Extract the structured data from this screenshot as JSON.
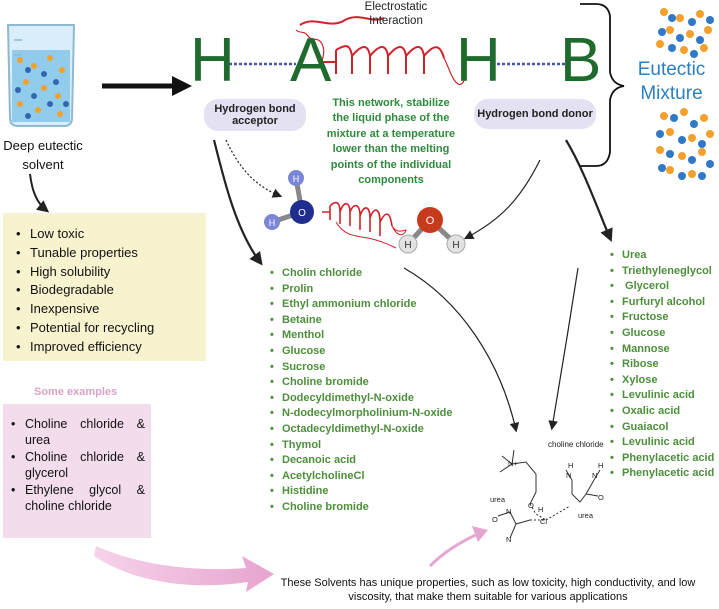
{
  "hbond": {
    "left_letter": "H",
    "mid_letter": "A",
    "right_h_letter": "H",
    "right_letter": "B",
    "interaction_line1": "Electrostatic",
    "interaction_line2": "Interaction",
    "acceptor_line1": "Hydrogen bond",
    "acceptor_line2": "acceptor",
    "donor_label": "Hydrogen bond donor"
  },
  "solvent": {
    "line1": "Deep eutectic",
    "line2": "solvent"
  },
  "eutectic": {
    "line1": "Eutectic",
    "line2": "Mixture"
  },
  "network_note": [
    "This network, stabilize",
    "the liquid phase of the",
    "mixture at a temperature",
    "lower than the melting",
    "points of the individual",
    "components"
  ],
  "benefits": [
    "Low toxic",
    "Tunable properties",
    "High solubility",
    "Biodegradable",
    "Inexpensive",
    "Potential for recycling",
    "Improved efficiency"
  ],
  "examples": {
    "heading": "Some examples",
    "items": [
      "Choline chloride & urea",
      "Choline chloride & glycerol",
      "Ethylene glycol & choline chloride"
    ]
  },
  "acceptors": [
    "Cholin chloride",
    "Prolin",
    "Ethyl ammonium chloride",
    "Betaine",
    "Menthol",
    "Glucose",
    "Sucrose",
    "Choline bromide",
    "Dodecyldimethyl-N-oxide",
    "N-dodecylmorpholinium-N-oxide",
    "Octadecyldimethyl-N-oxide",
    "Thymol",
    "Decanoic acid",
    "AcetylcholineCl",
    "Histidine",
    "Choline bromide"
  ],
  "donors": [
    "Urea",
    "Triethyleneglycol",
    " Glycerol",
    "Furfuryl alcohol",
    "Fructose",
    "Glucose",
    "Mannose",
    "Ribose",
    "Xylose",
    "Levulinic acid",
    "Oxalic acid",
    "Guaiacol",
    "Levulinic acid",
    "Phenylacetic acid",
    "Phenylacetic acid"
  ],
  "structure": {
    "choline_label": "choline chloride",
    "urea_left": "urea",
    "urea_right": "urea",
    "atom_n_plus": "N+",
    "atom_o": "O",
    "atom_h": "H",
    "atom_cl": "Cl",
    "atom_n": "N"
  },
  "molecule": {
    "o": "O",
    "h": "H"
  },
  "footer": {
    "line1": "These Solvents has unique properties, such as low toxicity, high conductivity, and low",
    "line2": "viscosity, that make them suitable for various applications"
  },
  "colors": {
    "letter_green": "#1f6b2e",
    "list_green": "#4d8f3c",
    "note_green": "#2e8b3c",
    "helix_red": "#d0222b",
    "eutectic_blue": "#2a7fc1",
    "benefits_bg": "#f8f3cf",
    "examples_bg": "#f3ddec",
    "pill_bg": "#e4e1f3"
  }
}
